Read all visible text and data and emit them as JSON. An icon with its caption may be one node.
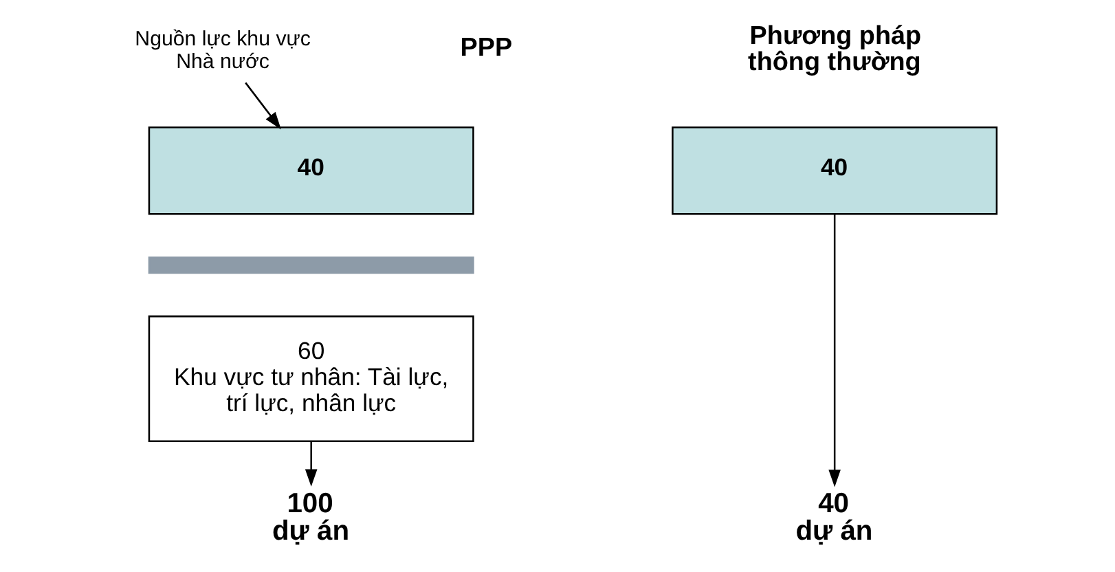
{
  "diagram": {
    "nodes": [
      {
        "text": [
          "40"
        ]
      },
      {
        "text": [],
        "shape": "bar"
      },
      {
        "text": [
          "60",
          "Khu vực tư nhân: Tài lực, trí lực, nhân lực"
        ]
      },
      {
        "text": [
          "100 dự án"
        ]
      },
      {
        "text": [
          "Nguồn lực khu vực Nhà nước"
        ]
      },
      {
        "text": [
          "40"
        ]
      },
      {
        "text": [
          "40 dự án"
        ]
      }
    ],
    "edges": [
      {
        "from": 4,
        "to": 0,
        "arrow": "to"
      },
      {
        "from": 2,
        "to": 3,
        "arrow": "to"
      },
      {
        "from": 5,
        "to": 6,
        "arrow": "to"
      }
    ],
    "labels": [
      "PPP",
      "Phương pháp thông thường"
    ]
  }
}
